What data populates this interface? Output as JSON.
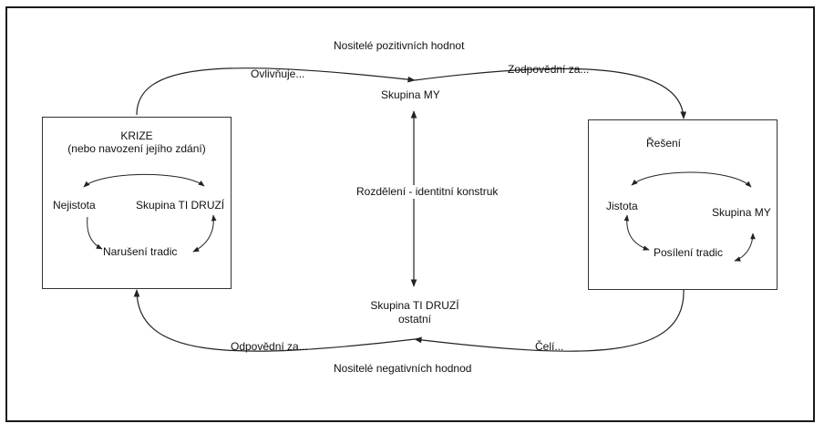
{
  "top": {
    "title": "Nositelé pozitivních hodnot",
    "left_arc_label": "Ovlivňuje...",
    "right_arc_label": "Zodpovědní za...",
    "center": "Skupina MY"
  },
  "middle": {
    "axis_label": "Rozdělení - identitní konstruk"
  },
  "bottom": {
    "center_line1": "Skupina TI DRUZÍ",
    "center_line2": "ostatní",
    "left_arc_label": "Odpovědní za...",
    "right_arc_label": "Čelí...",
    "title": "Nositelé negativních hodnod"
  },
  "left_box": {
    "title": "KRIZE",
    "subtitle": "(nebo navození jejího zdání)",
    "node_left": "Nejistota",
    "node_right": "Skupina TI DRUZÍ",
    "node_bottom": "Narušení tradic"
  },
  "right_box": {
    "title": "Řešení",
    "node_left": "Jistota",
    "node_right": "Skupina MY",
    "node_bottom": "Posílení tradic"
  }
}
